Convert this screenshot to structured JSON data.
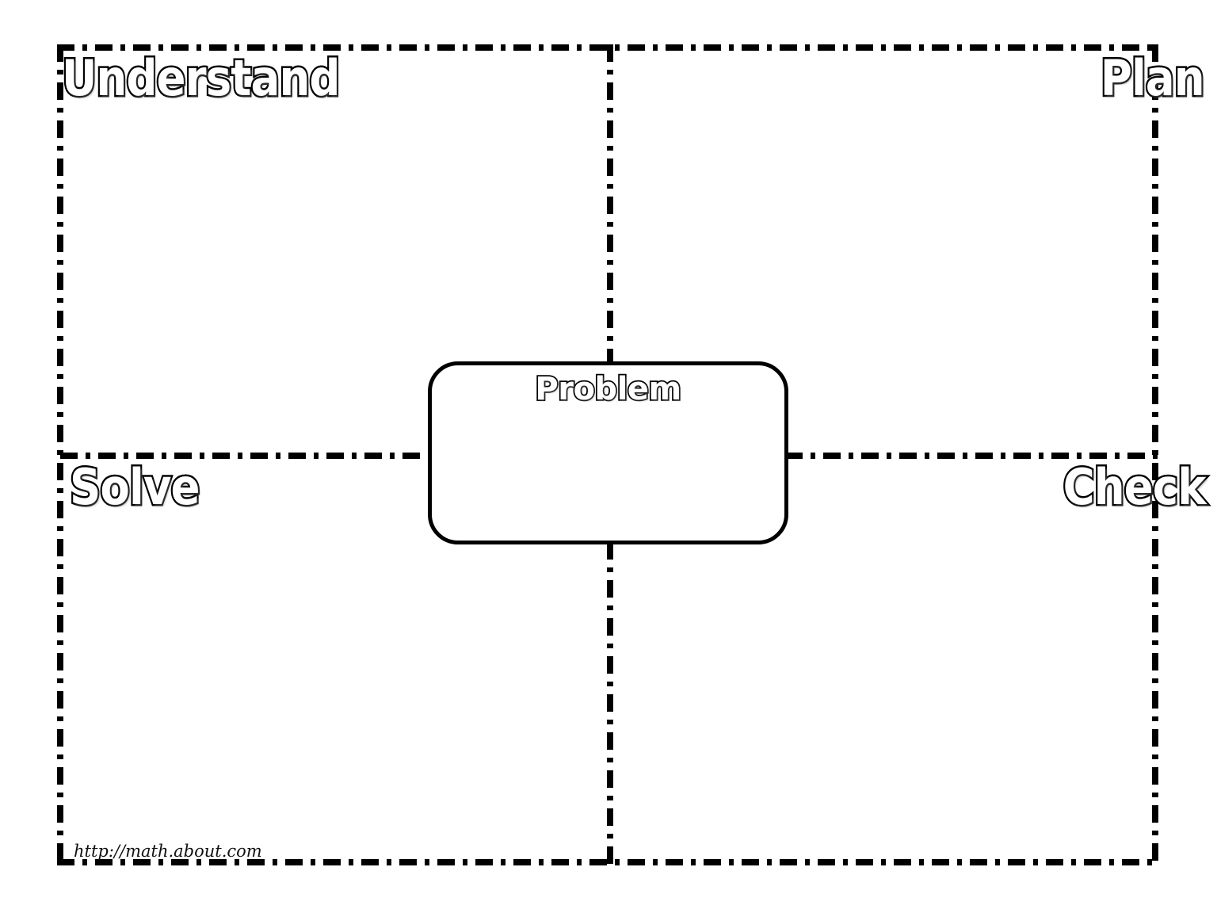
{
  "page": {
    "title": "Problem Solving Graphic Organizer",
    "background_color": "#ffffff",
    "ink_color": "#000000"
  },
  "quadrants": [
    {
      "id": "understand",
      "label": "Understand",
      "position": "top-left",
      "align": "left"
    },
    {
      "id": "plan",
      "label": "Plan",
      "position": "top-right",
      "align": "right"
    },
    {
      "id": "solve",
      "label": "Solve",
      "position": "bottom-left",
      "align": "left"
    },
    {
      "id": "check",
      "label": "Check",
      "position": "bottom-right",
      "align": "right"
    }
  ],
  "center": {
    "label": "Problem",
    "shape": "rounded-rectangle",
    "fill": "#ffffff",
    "border_color": "#000000"
  },
  "dividers": {
    "style": "dash-dot",
    "color": "#000000",
    "horizontal_label": "horizontal-divider",
    "vertical_label": "vertical-divider"
  },
  "frame": {
    "style": "dash-dot",
    "color": "#000000"
  },
  "footer": {
    "url": "http://math.about.com"
  }
}
